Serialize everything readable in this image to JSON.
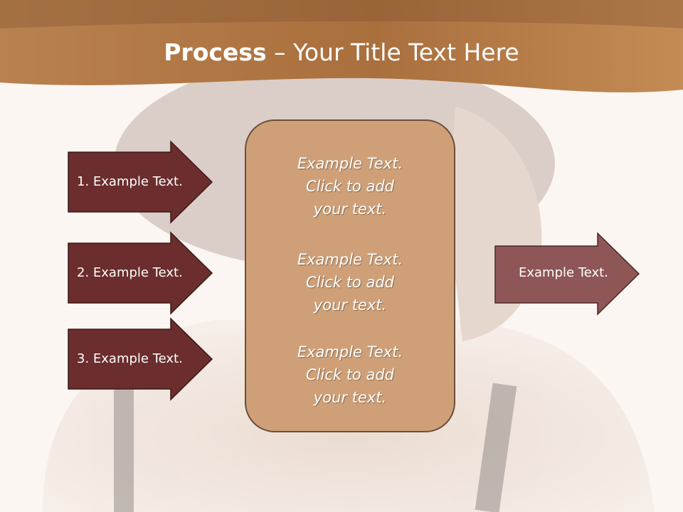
{
  "slide": {
    "title_bold": "Process",
    "title_rest": " – Your Title Text Here"
  },
  "left_arrows": [
    {
      "label": "1. Example Text."
    },
    {
      "label": "2. Example Text."
    },
    {
      "label": "3. Example Text."
    }
  ],
  "center_box": {
    "paragraphs": [
      "Example Text.\nClick  to add\nyour text.",
      "Example Text.\nClick  to add\nyour text.",
      "Example Text.\nClick  to add\nyour text."
    ]
  },
  "right_arrow": {
    "label": "Example Text."
  },
  "colors": {
    "header_band": "#b07845",
    "left_arrow_fill": "#6b2d2d",
    "right_arrow_fill": "#8e5656",
    "center_box_fill": "#cfa077"
  }
}
